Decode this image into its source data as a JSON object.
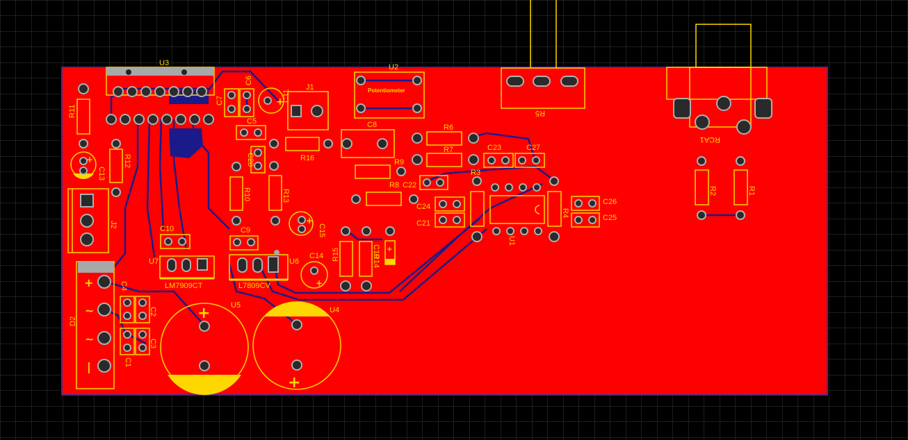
{
  "board": {
    "colors": {
      "background": "#000000",
      "grid": "#3a3a3a",
      "copper": "#ff0000",
      "outline": "#4b2a8c",
      "silkscreen": "#ffd700",
      "trace": "#1a1a8a",
      "pad": "#2a2a2a"
    }
  },
  "designators": {
    "U1": "U1",
    "U2": "U2",
    "U3": "U3",
    "U4": "U4",
    "U5": "U5",
    "U6": "U6",
    "U7": "U7",
    "J1": "J1",
    "J2": "J2",
    "D2": "D2",
    "RCA1": "RCA1",
    "R1": "R1",
    "R2": "R2",
    "R3": "R3",
    "R4": "R4",
    "R5": "R5",
    "R6": "R6",
    "R7": "R7",
    "R8": "R8",
    "R9": "R9",
    "R10": "R10",
    "R11": "R11",
    "R12": "R12",
    "R13": "R13",
    "R14": "R14",
    "R15": "R15",
    "R16": "R16",
    "C1": "C1",
    "C2": "C2",
    "C3": "C3",
    "C4": "C4",
    "C5": "C5",
    "C6": "C6",
    "C7": "C7",
    "C8": "C8",
    "C9": "C9",
    "C10": "C10",
    "C11": "C11",
    "C12": "C12",
    "C13": "C13",
    "C14": "C14",
    "C15": "C15",
    "C21": "C21",
    "C22": "C22",
    "C23": "C23",
    "C24": "C24",
    "C25": "C25",
    "C26": "C26",
    "C27": "C27",
    "C28": "C28"
  },
  "part_values": {
    "potentiometer": "Potentiometer",
    "u7_value": "LM7909CT",
    "u6_value": "L7809CV"
  },
  "symbols": {
    "plus": "+",
    "tilde": "~",
    "minus": "|"
  }
}
